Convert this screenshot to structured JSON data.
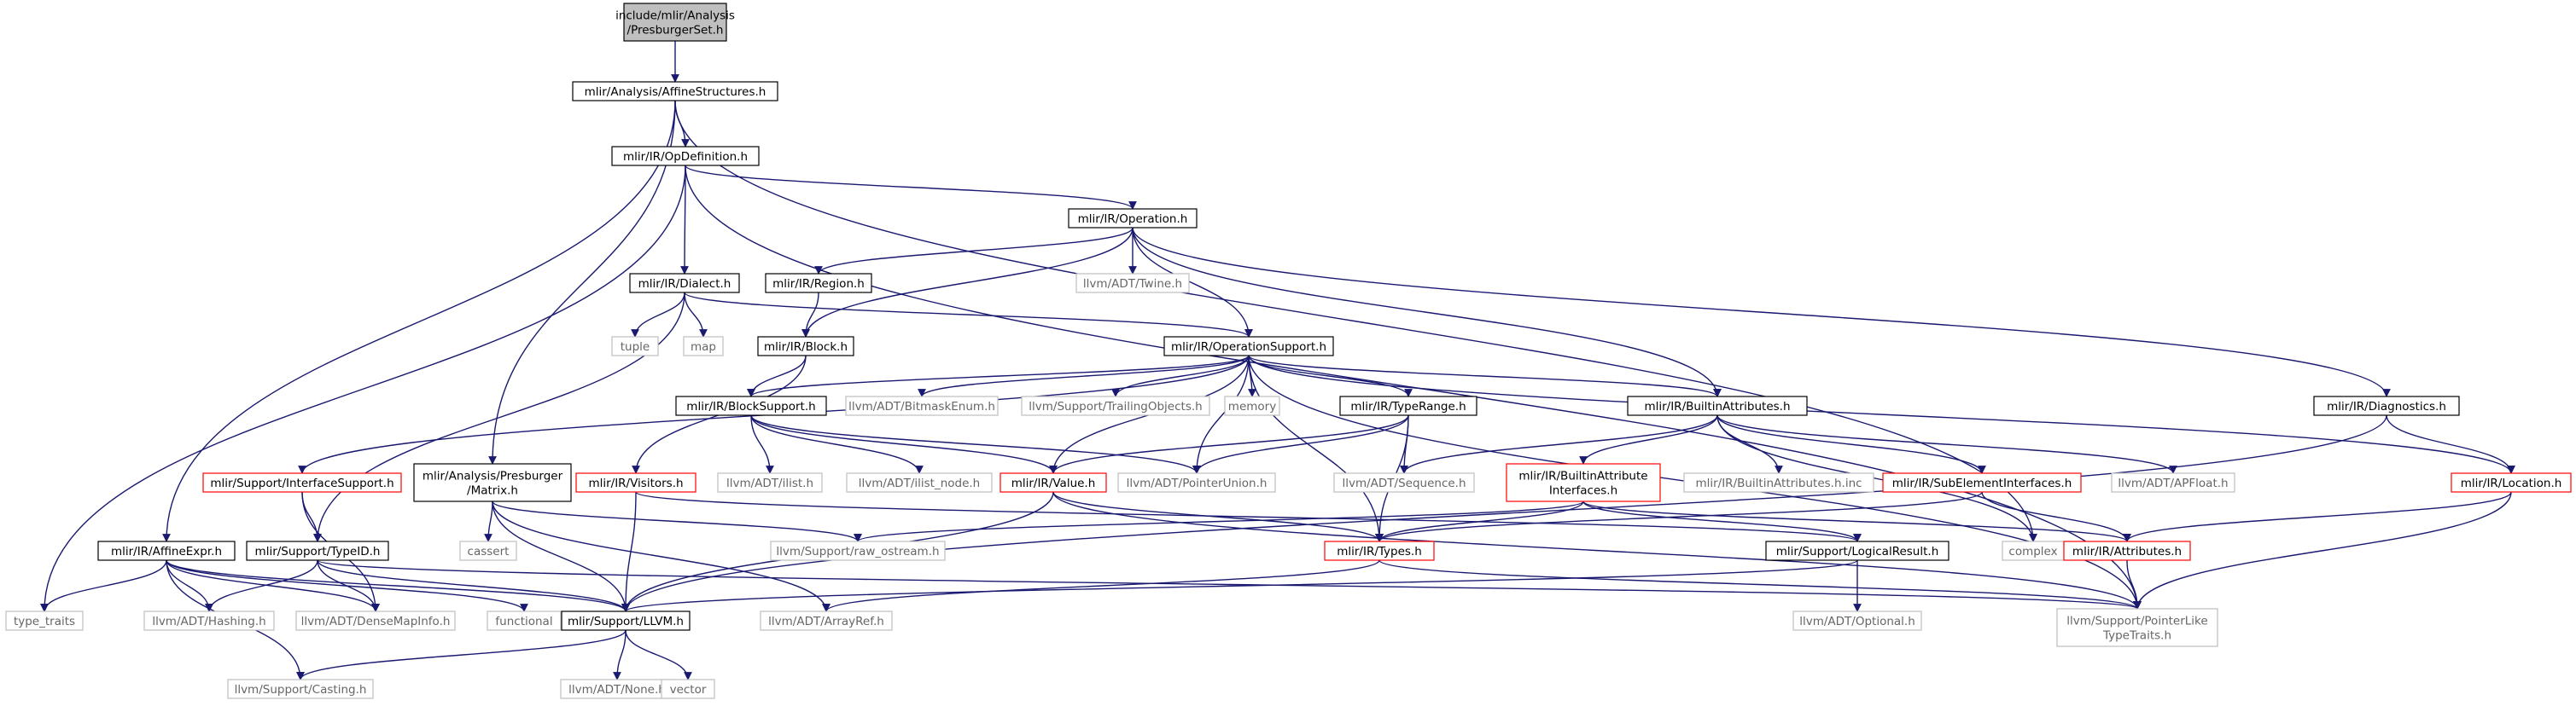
{
  "colors": {
    "edge": "#191970",
    "edge_gray": "#c0c0c0",
    "box_black": "#000000",
    "box_red": "#ff0000",
    "box_gray": "#bfbfbf",
    "root_fill": "#bfbfbf",
    "text": "#000000",
    "text_gray": "#666666"
  },
  "nodes": [
    {
      "id": "presburgerset",
      "lines": [
        "include/mlir/Analysis",
        "/PresburgerSet.h"
      ],
      "style": "root"
    },
    {
      "id": "affinestructures",
      "lines": [
        "mlir/Analysis/AffineStructures.h"
      ],
      "style": "black"
    },
    {
      "id": "opdefinition",
      "lines": [
        "mlir/IR/OpDefinition.h"
      ],
      "style": "black"
    },
    {
      "id": "operation",
      "lines": [
        "mlir/IR/Operation.h"
      ],
      "style": "black"
    },
    {
      "id": "dialect",
      "lines": [
        "mlir/IR/Dialect.h"
      ],
      "style": "black"
    },
    {
      "id": "region",
      "lines": [
        "mlir/IR/Region.h"
      ],
      "style": "black"
    },
    {
      "id": "twine",
      "lines": [
        "llvm/ADT/Twine.h"
      ],
      "style": "gray"
    },
    {
      "id": "tuple",
      "lines": [
        "tuple"
      ],
      "style": "gray"
    },
    {
      "id": "map",
      "lines": [
        "map"
      ],
      "style": "gray"
    },
    {
      "id": "block",
      "lines": [
        "mlir/IR/Block.h"
      ],
      "style": "black"
    },
    {
      "id": "opsupport",
      "lines": [
        "mlir/IR/OperationSupport.h"
      ],
      "style": "black"
    },
    {
      "id": "blocksupport",
      "lines": [
        "mlir/IR/BlockSupport.h"
      ],
      "style": "black"
    },
    {
      "id": "bitmaskenum",
      "lines": [
        "llvm/ADT/BitmaskEnum.h"
      ],
      "style": "gray"
    },
    {
      "id": "trailingobjects",
      "lines": [
        "llvm/Support/TrailingObjects.h"
      ],
      "style": "gray"
    },
    {
      "id": "memory",
      "lines": [
        "memory"
      ],
      "style": "gray"
    },
    {
      "id": "typerange",
      "lines": [
        "mlir/IR/TypeRange.h"
      ],
      "style": "black"
    },
    {
      "id": "builtinattrs",
      "lines": [
        "mlir/IR/BuiltinAttributes.h"
      ],
      "style": "black"
    },
    {
      "id": "diagnostics",
      "lines": [
        "mlir/IR/Diagnostics.h"
      ],
      "style": "black"
    },
    {
      "id": "interfacesupport",
      "lines": [
        "mlir/Support/InterfaceSupport.h"
      ],
      "style": "red"
    },
    {
      "id": "matrix",
      "lines": [
        "mlir/Analysis/Presburger",
        "/Matrix.h"
      ],
      "style": "black"
    },
    {
      "id": "visitors",
      "lines": [
        "mlir/IR/Visitors.h"
      ],
      "style": "red"
    },
    {
      "id": "ilist",
      "lines": [
        "llvm/ADT/ilist.h"
      ],
      "style": "gray"
    },
    {
      "id": "ilistnode",
      "lines": [
        "llvm/ADT/ilist_node.h"
      ],
      "style": "gray"
    },
    {
      "id": "value",
      "lines": [
        "mlir/IR/Value.h"
      ],
      "style": "red"
    },
    {
      "id": "pointerunion",
      "lines": [
        "llvm/ADT/PointerUnion.h"
      ],
      "style": "gray"
    },
    {
      "id": "sequence",
      "lines": [
        "llvm/ADT/Sequence.h"
      ],
      "style": "gray"
    },
    {
      "id": "builtinattrinterfaces",
      "lines": [
        "mlir/IR/BuiltinAttribute",
        "Interfaces.h"
      ],
      "style": "red"
    },
    {
      "id": "builtinattrsinc",
      "lines": [
        "mlir/IR/BuiltinAttributes.h.inc"
      ],
      "style": "gray"
    },
    {
      "id": "subelementinterfaces",
      "lines": [
        "mlir/IR/SubElementInterfaces.h"
      ],
      "style": "red"
    },
    {
      "id": "apfloat",
      "lines": [
        "llvm/ADT/APFloat.h"
      ],
      "style": "gray"
    },
    {
      "id": "location",
      "lines": [
        "mlir/IR/Location.h"
      ],
      "style": "red"
    },
    {
      "id": "cassert",
      "lines": [
        "cassert"
      ],
      "style": "gray"
    },
    {
      "id": "rawostream",
      "lines": [
        "llvm/Support/raw_ostream.h"
      ],
      "style": "gray"
    },
    {
      "id": "affineexpr",
      "lines": [
        "mlir/IR/AffineExpr.h"
      ],
      "style": "black"
    },
    {
      "id": "typeid",
      "lines": [
        "mlir/Support/TypeID.h"
      ],
      "style": "black"
    },
    {
      "id": "types",
      "lines": [
        "mlir/IR/Types.h"
      ],
      "style": "red"
    },
    {
      "id": "complex",
      "lines": [
        "complex"
      ],
      "style": "gray"
    },
    {
      "id": "logicalresult",
      "lines": [
        "mlir/Support/LogicalResult.h"
      ],
      "style": "black"
    },
    {
      "id": "attributes",
      "lines": [
        "mlir/IR/Attributes.h"
      ],
      "style": "red"
    },
    {
      "id": "typetraits",
      "lines": [
        "type_traits"
      ],
      "style": "gray"
    },
    {
      "id": "hashing",
      "lines": [
        "llvm/ADT/Hashing.h"
      ],
      "style": "gray"
    },
    {
      "id": "densemapinfo",
      "lines": [
        "llvm/ADT/DenseMapInfo.h"
      ],
      "style": "gray"
    },
    {
      "id": "functional",
      "lines": [
        "functional"
      ],
      "style": "gray"
    },
    {
      "id": "llvm",
      "lines": [
        "mlir/Support/LLVM.h"
      ],
      "style": "black"
    },
    {
      "id": "arrayref",
      "lines": [
        "llvm/ADT/ArrayRef.h"
      ],
      "style": "gray"
    },
    {
      "id": "optional",
      "lines": [
        "llvm/ADT/Optional.h"
      ],
      "style": "gray"
    },
    {
      "id": "pointerliketypetraits",
      "lines": [
        "llvm/Support/PointerLike",
        "TypeTraits.h"
      ],
      "style": "gray"
    },
    {
      "id": "casting",
      "lines": [
        "llvm/Support/Casting.h"
      ],
      "style": "gray"
    },
    {
      "id": "none",
      "lines": [
        "llvm/ADT/None.h"
      ],
      "style": "gray"
    },
    {
      "id": "vector",
      "lines": [
        "vector"
      ],
      "style": "gray"
    }
  ],
  "edges": [
    [
      "presburgerset",
      "affinestructures"
    ],
    [
      "affinestructures",
      "opdefinition"
    ],
    [
      "affinestructures",
      "affineexpr"
    ],
    [
      "affinestructures",
      "matrix"
    ],
    [
      "affinestructures",
      "complex"
    ],
    [
      "opdefinition",
      "operation"
    ],
    [
      "opdefinition",
      "dialect"
    ],
    [
      "opdefinition",
      "typetraits"
    ],
    [
      "opdefinition",
      "pointerliketypetraits"
    ],
    [
      "operation",
      "region"
    ],
    [
      "operation",
      "twine"
    ],
    [
      "operation",
      "block"
    ],
    [
      "operation",
      "opsupport"
    ],
    [
      "operation",
      "builtinattrs"
    ],
    [
      "operation",
      "diagnostics"
    ],
    [
      "dialect",
      "tuple"
    ],
    [
      "dialect",
      "map"
    ],
    [
      "dialect",
      "opsupport"
    ],
    [
      "dialect",
      "typeid"
    ],
    [
      "region",
      "block"
    ],
    [
      "block",
      "blocksupport"
    ],
    [
      "block",
      "visitors"
    ],
    [
      "opsupport",
      "blocksupport"
    ],
    [
      "opsupport",
      "bitmaskenum"
    ],
    [
      "opsupport",
      "trailingobjects"
    ],
    [
      "opsupport",
      "memory"
    ],
    [
      "opsupport",
      "typerange"
    ],
    [
      "opsupport",
      "builtinattrs"
    ],
    [
      "opsupport",
      "interfacesupport"
    ],
    [
      "opsupport",
      "value"
    ],
    [
      "opsupport",
      "pointerunion"
    ],
    [
      "opsupport",
      "location"
    ],
    [
      "opsupport",
      "types"
    ],
    [
      "opsupport",
      "pointerliketypetraits"
    ],
    [
      "blocksupport",
      "ilist"
    ],
    [
      "blocksupport",
      "ilistnode"
    ],
    [
      "blocksupport",
      "value"
    ],
    [
      "blocksupport",
      "pointerunion"
    ],
    [
      "typerange",
      "value"
    ],
    [
      "typerange",
      "pointerunion"
    ],
    [
      "typerange",
      "sequence"
    ],
    [
      "typerange",
      "types"
    ],
    [
      "builtinattrs",
      "builtinattrinterfaces"
    ],
    [
      "builtinattrs",
      "builtinattrsinc"
    ],
    [
      "builtinattrs",
      "subelementinterfaces"
    ],
    [
      "builtinattrs",
      "apfloat"
    ],
    [
      "builtinattrs",
      "sequence"
    ],
    [
      "builtinattrs",
      "complex"
    ],
    [
      "diagnostics",
      "location"
    ],
    [
      "diagnostics",
      "llvm"
    ],
    [
      "interfacesupport",
      "typeid"
    ],
    [
      "interfacesupport",
      "densemapinfo"
    ],
    [
      "matrix",
      "cassert"
    ],
    [
      "matrix",
      "rawostream"
    ],
    [
      "matrix",
      "llvm"
    ],
    [
      "matrix",
      "arrayref"
    ],
    [
      "visitors",
      "llvm"
    ],
    [
      "visitors",
      "logicalresult"
    ],
    [
      "value",
      "types"
    ],
    [
      "value",
      "llvm"
    ],
    [
      "value",
      "pointerliketypetraits"
    ],
    [
      "builtinattrinterfaces",
      "types"
    ],
    [
      "builtinattrinterfaces",
      "rawostream"
    ],
    [
      "builtinattrinterfaces",
      "logicalresult"
    ],
    [
      "builtinattrinterfaces",
      "attributes"
    ],
    [
      "subelementinterfaces",
      "attributes"
    ],
    [
      "subelementinterfaces",
      "types"
    ],
    [
      "location",
      "attributes"
    ],
    [
      "location",
      "pointerliketypetraits"
    ],
    [
      "affineexpr",
      "typetraits"
    ],
    [
      "affineexpr",
      "hashing"
    ],
    [
      "affineexpr",
      "densemapinfo"
    ],
    [
      "affineexpr",
      "functional"
    ],
    [
      "affineexpr",
      "llvm"
    ],
    [
      "affineexpr",
      "casting"
    ],
    [
      "typeid",
      "hashing"
    ],
    [
      "typeid",
      "densemapinfo"
    ],
    [
      "typeid",
      "llvm"
    ],
    [
      "typeid",
      "pointerliketypetraits"
    ],
    [
      "types",
      "arrayref"
    ],
    [
      "types",
      "pointerliketypetraits"
    ],
    [
      "logicalresult",
      "llvm"
    ],
    [
      "logicalresult",
      "optional"
    ],
    [
      "attributes",
      "pointerliketypetraits"
    ],
    [
      "llvm",
      "casting"
    ],
    [
      "llvm",
      "none"
    ],
    [
      "llvm",
      "vector"
    ]
  ]
}
